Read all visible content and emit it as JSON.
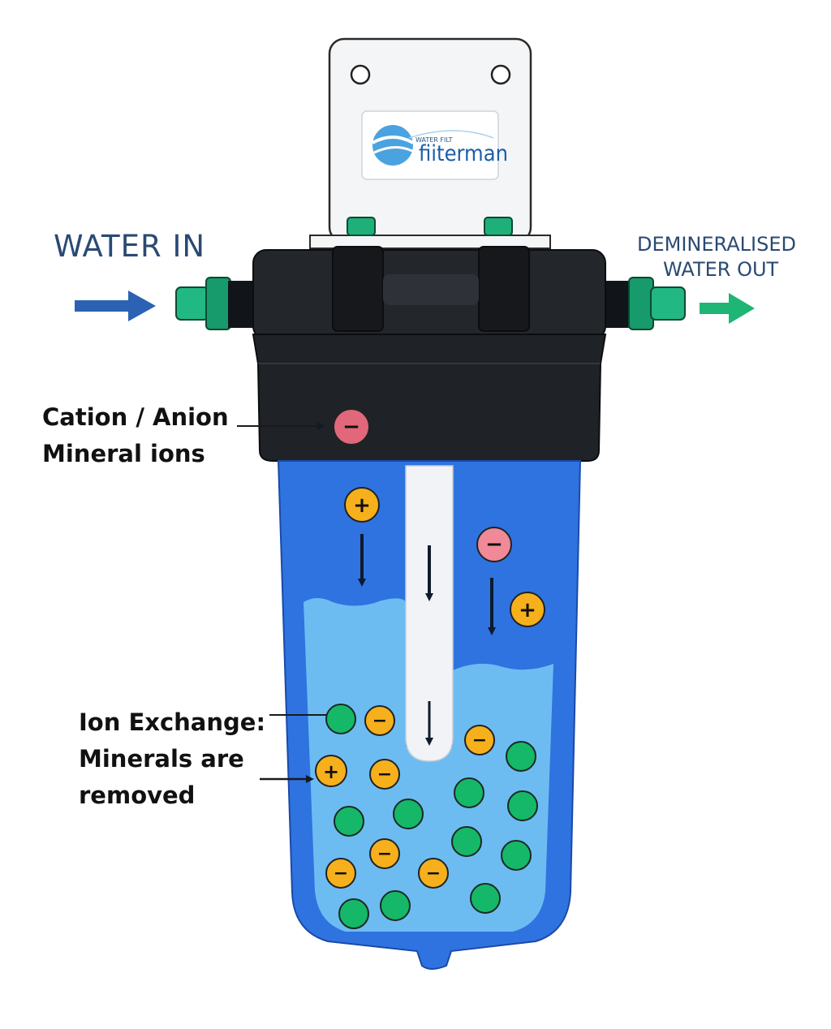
{
  "labels": {
    "water_in": "WATER IN",
    "water_out_line1": "DEMINERALISED",
    "water_out_line2": "WATER OUT",
    "cation_line1": "Cation / Anion",
    "cation_line2": "Mineral ions",
    "ion_exchange_line1": "Ion Exchange:",
    "ion_exchange_line2": "Minerals are",
    "ion_exchange_line3": "removed"
  },
  "brand": {
    "sub": "WATER FILT",
    "name": "fiiterman"
  },
  "ion_symbols": {
    "plus": "+",
    "minus": "−"
  },
  "colors": {
    "housing_blue": "#2f73e0",
    "water_light_blue": "#6cbcf2",
    "cap_black": "#1f2227",
    "fitting_green": "#1fb07a",
    "inlet_arrow": "#2c62b4",
    "outlet_arrow": "#1fb574",
    "ion_orange": "#f6b01c",
    "ion_pink": "#e4707a",
    "resin_green": "#15b868",
    "text_label": "#2a4a73"
  }
}
